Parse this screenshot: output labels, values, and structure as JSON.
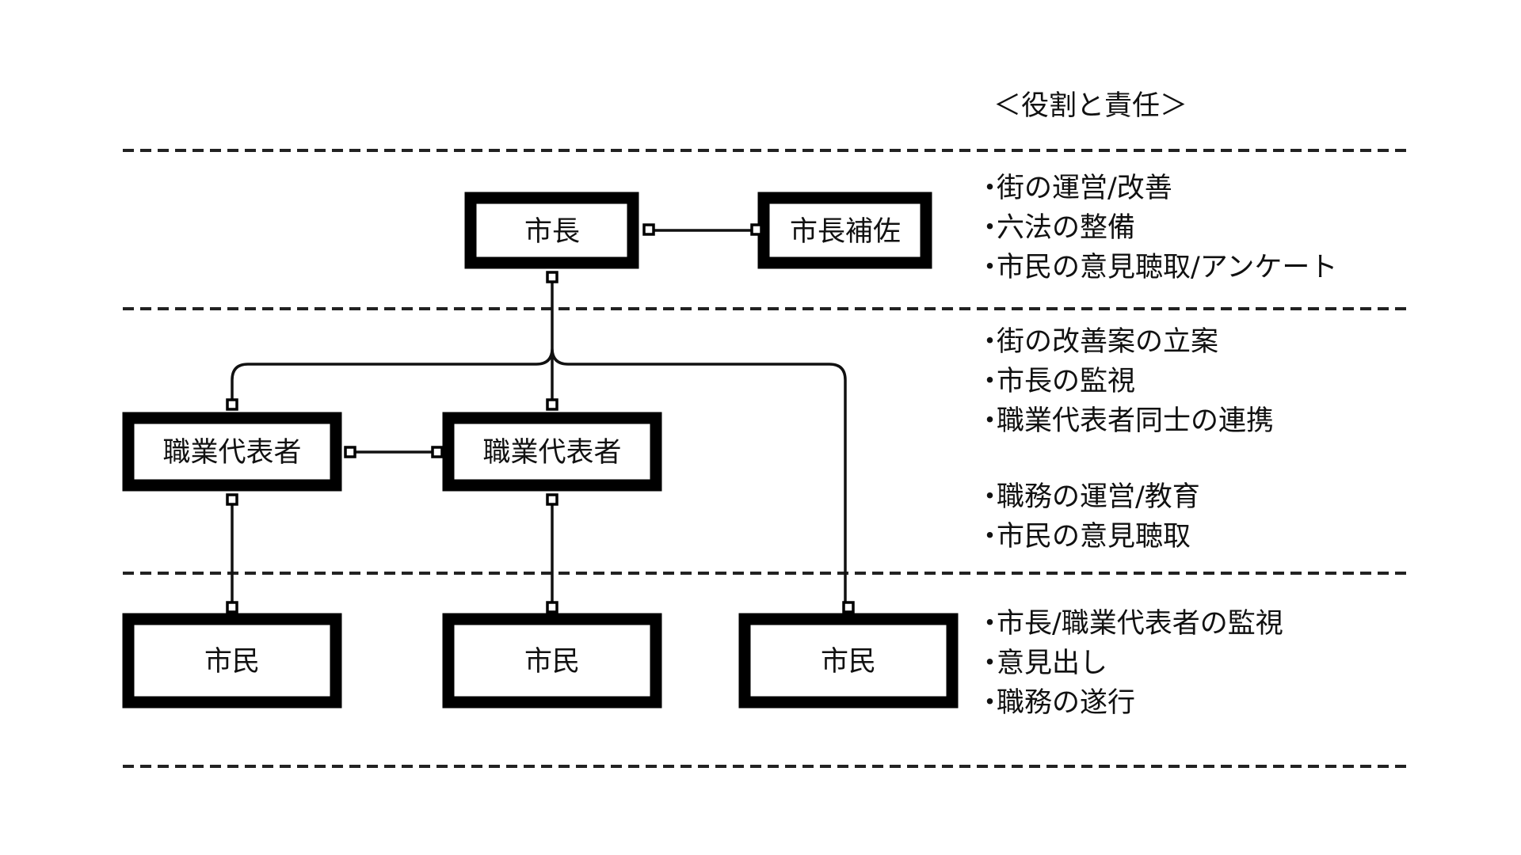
{
  "title": "＜役割と責任＞",
  "nodes": {
    "mayor": "市長",
    "mayor_assistant": "市長補佐",
    "rep_1": "職業代表者",
    "rep_2": "職業代表者",
    "citizen_1": "市民",
    "citizen_2": "市民",
    "citizen_3": "市民"
  },
  "roles": {
    "mayor_level": [
      "街の運営/改善",
      "六法の整備",
      "市民の意見聴取/アンケート"
    ],
    "representative_level": [
      "街の改善案の立案",
      "市長の監視",
      "職業代表者同士の連携"
    ],
    "representative_level_2": [
      "職務の運営/教育",
      "市民の意見聴取"
    ],
    "citizen_level": [
      "市長/職業代表者の監視",
      "意見出し",
      "職務の遂行"
    ]
  },
  "bullet": "・"
}
